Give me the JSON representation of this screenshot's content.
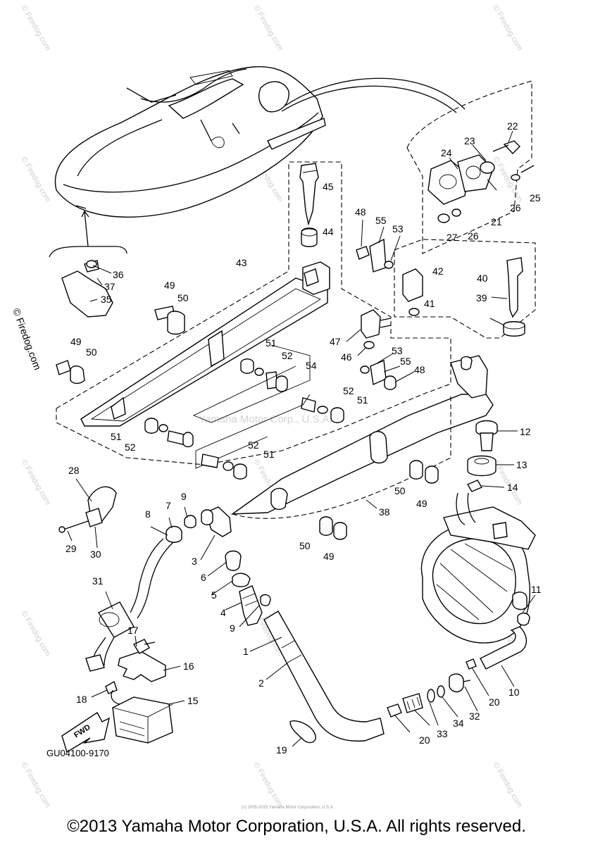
{
  "diagram": {
    "drawing_code": "GU04100-9170",
    "direction_label": "FWD",
    "center_watermark": "Yamaha Motor Corp., U.S.A.",
    "side_watermark": "© Firedog.com",
    "tile_watermark": "© Firedog.com",
    "tiny_print": "(c) 2005-2015 Yamaha Motor Corporation, U.S.A.",
    "callouts": {
      "c1": "1",
      "c2": "2",
      "c3": "3",
      "c4": "4",
      "c5": "5",
      "c6": "6",
      "c7": "7",
      "c8": "8",
      "c9a": "9",
      "c9b": "9",
      "c10": "10",
      "c11": "11",
      "c12": "12",
      "c13": "13",
      "c14": "14",
      "c15": "15",
      "c16": "16",
      "c17": "17",
      "c18": "18",
      "c19": "19",
      "c20a": "20",
      "c20b": "20",
      "c21": "21",
      "c22": "22",
      "c23": "23",
      "c24": "24",
      "c25": "25",
      "c26a": "26",
      "c26b": "26",
      "c27": "27",
      "c28": "28",
      "c29": "29",
      "c30": "30",
      "c31": "31",
      "c32": "32",
      "c33": "33",
      "c34": "34",
      "c35": "35",
      "c36": "36",
      "c37": "37",
      "c38": "38",
      "c39": "39",
      "c40": "40",
      "c41": "41",
      "c42": "42",
      "c43": "43",
      "c44": "44",
      "c45": "45",
      "c46": "46",
      "c47": "47",
      "c48a": "48",
      "c48b": "48",
      "c49a": "49",
      "c49b": "49",
      "c49c": "49",
      "c49d": "49",
      "c50a": "50",
      "c50b": "50",
      "c50c": "50",
      "c50d": "50",
      "c51a": "51",
      "c51b": "51",
      "c51c": "51",
      "c51d": "51",
      "c52a": "52",
      "c52b": "52",
      "c52c": "52",
      "c52d": "52",
      "c53a": "53",
      "c53b": "53",
      "c54": "54",
      "c55a": "55",
      "c55b": "55"
    }
  },
  "footer": {
    "copyright": "©2013 Yamaha Motor Corporation, U.S.A. All rights reserved."
  }
}
